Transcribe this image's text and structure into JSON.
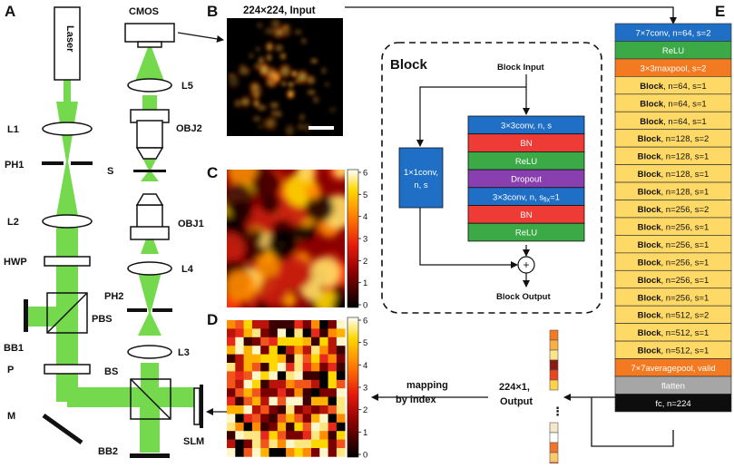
{
  "panels": {
    "a": "A",
    "b": "B",
    "c": "C",
    "d": "D",
    "e": "E"
  },
  "optics": {
    "laser": "Laser",
    "cmos": "CMOS",
    "l1": "L1",
    "ph1": "PH1",
    "l2": "L2",
    "hwp": "HWP",
    "bb1": "BB1",
    "pbs": "PBS",
    "p": "P",
    "m": "M",
    "bb2": "BB2",
    "bs": "BS",
    "slm": "SLM",
    "l3": "L3",
    "ph2": "PH2",
    "l4": "L4",
    "obj1": "OBJ1",
    "s": "S",
    "obj2": "OBJ2",
    "l5": "L5"
  },
  "input_caption": "224×224, Input",
  "colorbar": {
    "ticks": [
      "0",
      "1",
      "2",
      "3",
      "4",
      "5",
      "6"
    ]
  },
  "output": {
    "line1": "224×1,",
    "line2": "Output",
    "ellipsis": "⋮"
  },
  "mapping": {
    "line1": "mapping",
    "line2": "by index"
  },
  "block": {
    "title": "Block",
    "input": "Block Input",
    "output": "Block Output",
    "plus": "+",
    "shortcut_line1": "1×1conv,",
    "shortcut_line2": "n, s",
    "layers": [
      {
        "text": "3×3conv, n, s",
        "color": "#1f6fc6",
        "fg": "#ffffff"
      },
      {
        "text": "BN",
        "color": "#ee3b36",
        "fg": "#ffffff"
      },
      {
        "text": "ReLU",
        "color": "#3aa946",
        "fg": "#ffffff"
      },
      {
        "text": "Dropout",
        "color": "#8a3fb0",
        "fg": "#ffffff"
      },
      {
        "text": "3×3conv, n, s_fix=1",
        "color": "#1f6fc6",
        "fg": "#ffffff"
      },
      {
        "text": "BN",
        "color": "#ee3b36",
        "fg": "#ffffff"
      },
      {
        "text": "ReLU",
        "color": "#3aa946",
        "fg": "#ffffff"
      }
    ]
  },
  "network": [
    {
      "text": "7×7conv, n=64, s=2",
      "color": "#1f6fc6",
      "fg": "#ffffff"
    },
    {
      "text": "ReLU",
      "color": "#3aa946",
      "fg": "#ffffff"
    },
    {
      "text": "3×3maxpool, s=2",
      "color": "#f47a22",
      "fg": "#ffffff"
    },
    {
      "bold": "Block",
      "text": ", n=64, s=1",
      "color": "#ffd966",
      "fg": "#111111"
    },
    {
      "bold": "Block",
      "text": ", n=64, s=1",
      "color": "#ffd966",
      "fg": "#111111"
    },
    {
      "bold": "Block",
      "text": ", n=64, s=1",
      "color": "#ffd966",
      "fg": "#111111"
    },
    {
      "bold": "Block",
      "text": ", n=128, s=2",
      "color": "#ffd966",
      "fg": "#111111"
    },
    {
      "bold": "Block",
      "text": ", n=128, s=1",
      "color": "#ffd966",
      "fg": "#111111"
    },
    {
      "bold": "Block",
      "text": ", n=128, s=1",
      "color": "#ffd966",
      "fg": "#111111"
    },
    {
      "bold": "Block",
      "text": ", n=128, s=1",
      "color": "#ffd966",
      "fg": "#111111"
    },
    {
      "bold": "Block",
      "text": ", n=256, s=2",
      "color": "#ffd966",
      "fg": "#111111"
    },
    {
      "bold": "Block",
      "text": ", n=256, s=1",
      "color": "#ffd966",
      "fg": "#111111"
    },
    {
      "bold": "Block",
      "text": ", n=256, s=1",
      "color": "#ffd966",
      "fg": "#111111"
    },
    {
      "bold": "Block",
      "text": ", n=256, s=1",
      "color": "#ffd966",
      "fg": "#111111"
    },
    {
      "bold": "Block",
      "text": ", n=256, s=1",
      "color": "#ffd966",
      "fg": "#111111"
    },
    {
      "bold": "Block",
      "text": ", n=256, s=1",
      "color": "#ffd966",
      "fg": "#111111"
    },
    {
      "bold": "Block",
      "text": ", n=512, s=2",
      "color": "#ffd966",
      "fg": "#111111"
    },
    {
      "bold": "Block",
      "text": ", n=512, s=1",
      "color": "#ffd966",
      "fg": "#111111"
    },
    {
      "bold": "Block",
      "text": ", n=512, s=1",
      "color": "#ffd966",
      "fg": "#111111"
    },
    {
      "text": "7×7averagepool, valid",
      "color": "#f47a22",
      "fg": "#ffffff"
    },
    {
      "text": "flatten",
      "color": "#a6a6a6",
      "fg": "#ffffff"
    },
    {
      "text": "fc, n=224",
      "color": "#0d0d0d",
      "fg": "#ffffff"
    }
  ],
  "output_vector_colors": [
    "#f47a22",
    "#fbb040",
    "#ffe58a",
    "#8b1a10",
    "#e8461e",
    "#ffd24a",
    "#f6e7c8",
    "#ffffff",
    "#f2732a",
    "#ffc86a",
    "#e1541f"
  ],
  "colors": {
    "beam": "#74d94d",
    "laser_beam": "#78dd55",
    "arrow": "#111111"
  }
}
